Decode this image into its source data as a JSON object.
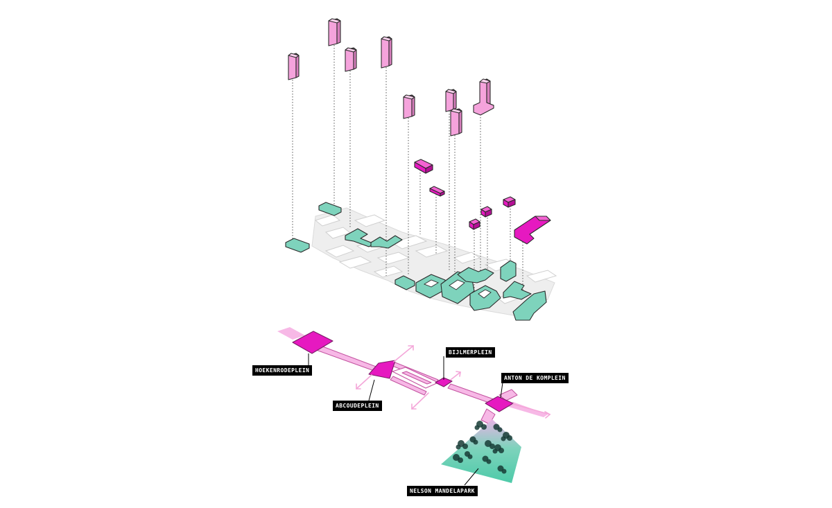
{
  "labels": {
    "hoekenrodeplein": "HOEKENRODEPLEIN",
    "abcoudeplein": "ABCOUDEPLEIN",
    "bijlmerplein": "BIJLMERPLEIN",
    "anton_de_komplein": "ANTON DE KOMPLEIN",
    "nelson_mandelapark": "NELSON MANDELAPARK"
  },
  "colors": {
    "tower_pink": "#f5a3dc",
    "magenta": "#e619c0",
    "teal": "#7ed3bc",
    "park_teal": "#4ecaa9",
    "path_pink": "#f7b8e6",
    "label_bg": "#000000",
    "label_text": "#ffffff",
    "context_grey": "#eeeeee"
  },
  "icons": [
    "tower-block",
    "low-block",
    "plaza",
    "direction-arrow",
    "tree-icon"
  ]
}
